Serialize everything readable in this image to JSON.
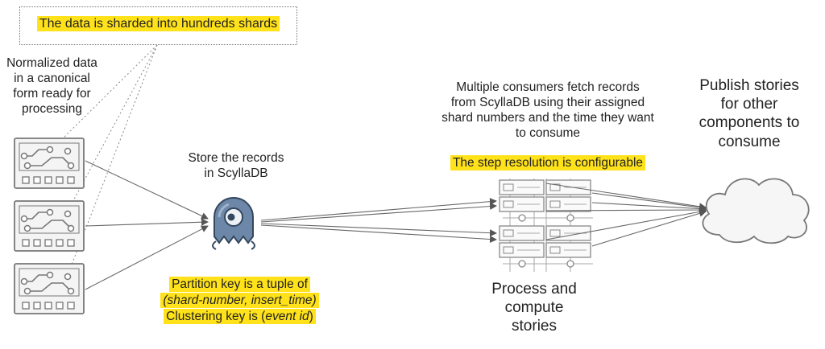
{
  "annotations": {
    "sharded": "The data is sharded into hundreds shards",
    "normalized": "Normalized data in a canonical form ready for processing",
    "store": [
      "Store the records",
      "in ScyllaDB"
    ],
    "partition_prefix": "Partition key is a tuple of",
    "partition_tuple": "(shard-number, insert_time)",
    "clustering_prefix": "Clustering key is (",
    "clustering_field": "event id",
    "clustering_suffix": ")",
    "consumers": [
      "Multiple consumers fetch records",
      "from ScyllaDB using their assigned",
      "shard numbers and the time they want",
      "to consume"
    ],
    "step_resolution": "The step resolution is configurable",
    "process": [
      "Process and",
      "compute",
      "stories"
    ],
    "publish": [
      "Publish stories",
      "for other",
      "components to",
      "consume"
    ]
  },
  "colors": {
    "highlight": "#ffe21a",
    "stroke": "#666666",
    "scylla_body": "#6d87a8",
    "scylla_dark": "#33475e",
    "cloud_stroke": "#777777"
  },
  "icons": {
    "data_cards": "circuit-card-icon",
    "database": "scylladb-logo-icon",
    "servers": "server-rack-icon",
    "destination": "cloud-icon"
  }
}
